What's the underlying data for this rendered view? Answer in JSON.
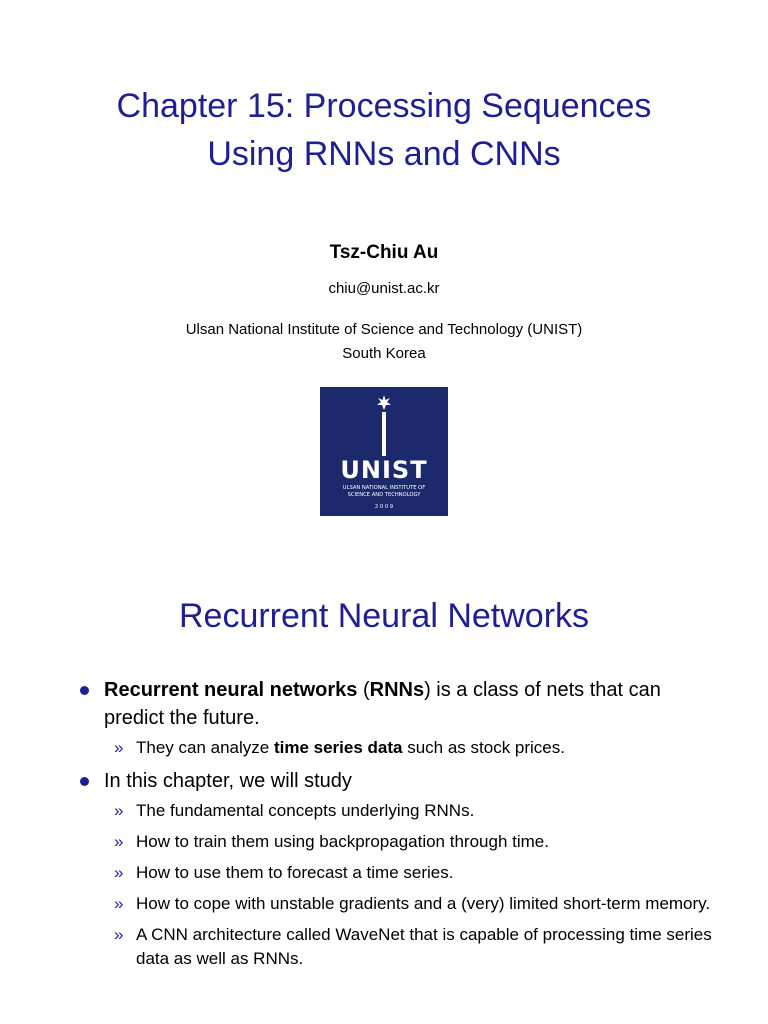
{
  "slide1": {
    "title_line1": "Chapter 15: Processing Sequences",
    "title_line2": "Using RNNs and CNNs",
    "author": "Tsz-Chiu Au",
    "email": "chiu@unist.ac.kr",
    "affiliation_line1": "Ulsan National Institute of Science and Technology (UNIST)",
    "affiliation_line2": "South Korea",
    "logo": {
      "wordmark": "UNIST",
      "subtitle_line1": "ULSAN NATIONAL INSTITUTE OF",
      "subtitle_line2": "SCIENCE AND TECHNOLOGY",
      "year": "2 0 0 9",
      "background": "#1c2a6d"
    }
  },
  "slide2": {
    "title": "Recurrent Neural Networks",
    "bullet1": {
      "bold_part": "Recurrent neural networks",
      "text_a": " (",
      "bold_part2": "RNNs",
      "text_b": ") is a class of nets that can predict the future.",
      "sub": {
        "text_a": "They can analyze ",
        "bold_part": "time series data",
        "text_b": " such as stock prices."
      }
    },
    "bullet2": {
      "text": "In this chapter, we will study",
      "subs": [
        "The fundamental concepts underlying RNNs.",
        "How to train them using backpropagation through time.",
        "How to use them to forecast a time series.",
        "How to cope with unstable gradients and a (very) limited short-term memory.",
        "A CNN architecture called WaveNet that is capable of processing time series data as well as RNNs."
      ]
    },
    "sub_marker": "»"
  },
  "colors": {
    "title": "#1f1f8f",
    "bullet": "#1f1f8f",
    "logo_bg": "#1c2a6d"
  }
}
